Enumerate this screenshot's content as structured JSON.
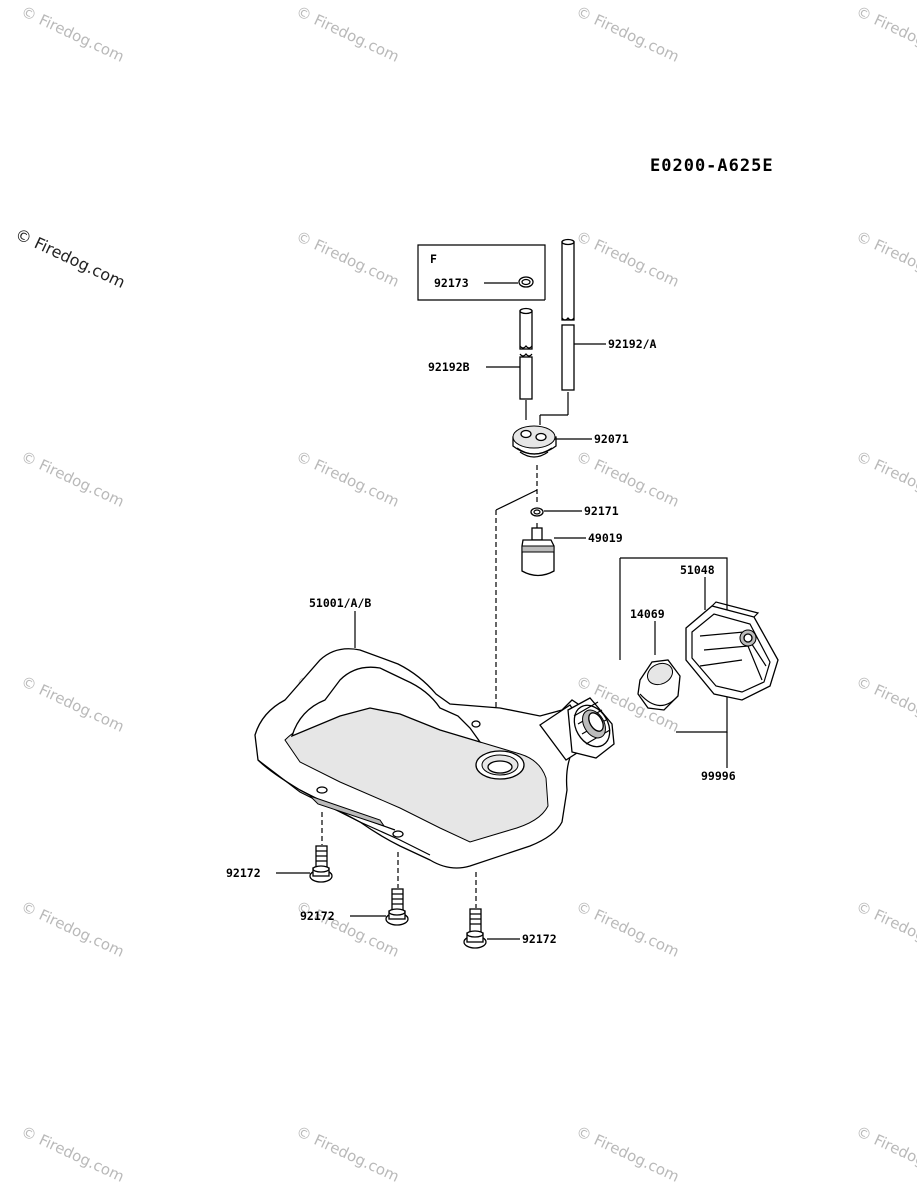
{
  "diagram_code": "E0200-A625E",
  "copyright_mark": "© Firedog.com",
  "watermark_text": "© Firedog.com",
  "inset_letter": "F",
  "labels": {
    "p92173": "92173",
    "p92192B": "92192B",
    "p92192A": "92192/A",
    "p92071": "92071",
    "p92171": "92171",
    "p49019": "49019",
    "p51048": "51048",
    "p14069": "14069",
    "p51001": "51001/A/B",
    "p99996": "99996",
    "p92172a": "92172",
    "p92172b": "92172",
    "p92172c": "92172"
  }
}
